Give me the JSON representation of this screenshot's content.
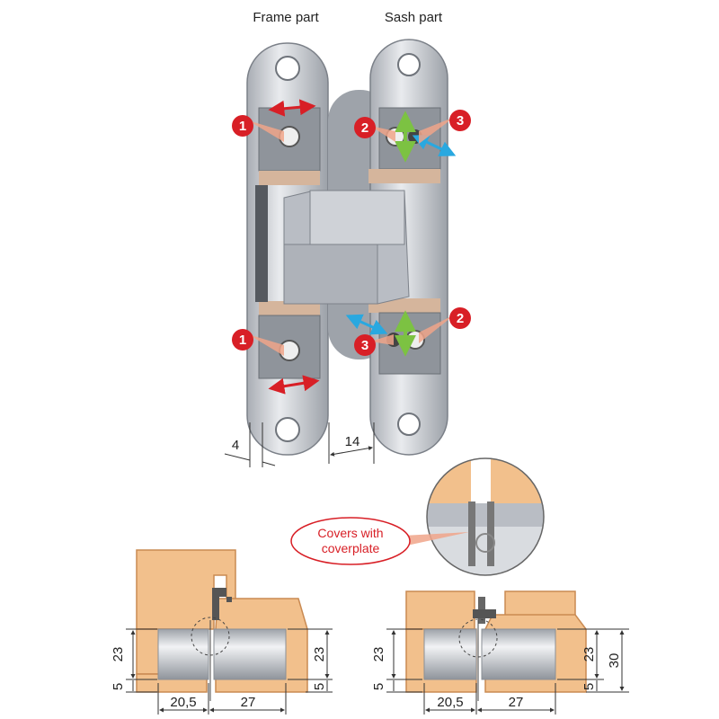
{
  "labels": {
    "frame_part": "Frame part",
    "sash_part": "Sash part",
    "callout_line1": "Covers with",
    "callout_line2": "coverplate"
  },
  "badges": {
    "frame_top": "1",
    "frame_bottom": "1",
    "sash_top_left": "2",
    "sash_top_right": "3",
    "sash_bottom_right": "2",
    "sash_bottom_left": "3"
  },
  "dimensions": {
    "hinge_offset_left": "4",
    "hinge_offset_right": "14",
    "left_height_upper": "23",
    "left_height_lower": "5",
    "left_height_right_upper": "23",
    "left_height_right_lower": "5",
    "left_width_a": "20,5",
    "left_width_b": "27",
    "right_height_upper": "23",
    "right_height_lower": "5",
    "right_height_right_upper": "23",
    "right_height_right_lower": "5",
    "right_height_total": "30",
    "right_width_a": "20,5",
    "right_width_b": "27"
  },
  "colors": {
    "wood": "#f2c08c",
    "wood_edge": "#c98a52",
    "metal": "#c9ccd2",
    "metal_dark": "#8e939b",
    "red": "#d81f26",
    "green": "#7cc242",
    "blue": "#29a8e0",
    "dark_part": "#555"
  }
}
